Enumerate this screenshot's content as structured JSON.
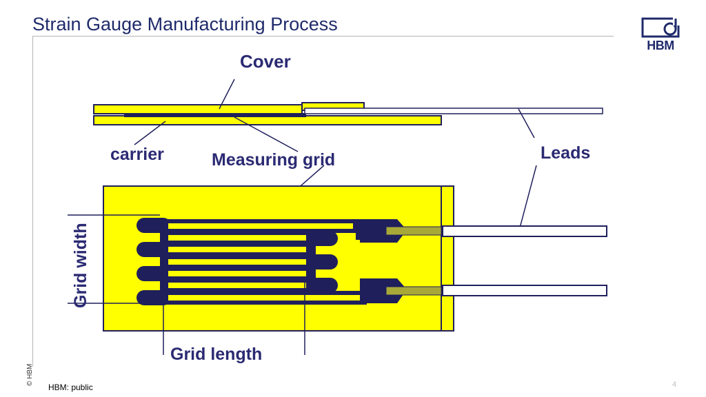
{
  "slide": {
    "title": "Strain Gauge Manufacturing Process",
    "footer": "HBM: public",
    "copyright": "© HBM",
    "page_number": "4"
  },
  "logo": {
    "text": "HBM"
  },
  "labels": {
    "cover": "Cover",
    "carrier": "carrier",
    "measuring_grid": "Measuring grid",
    "leads": "Leads",
    "grid_width": "Grid width",
    "grid_length": "Grid length"
  },
  "colors": {
    "title": "#1f2a6b",
    "label": "#2b2a73",
    "foil_yellow": "#ffff00",
    "grid_navy": "#1f1f5c",
    "tab_olive": "#a8a838",
    "rule": "#b5b5b5"
  }
}
